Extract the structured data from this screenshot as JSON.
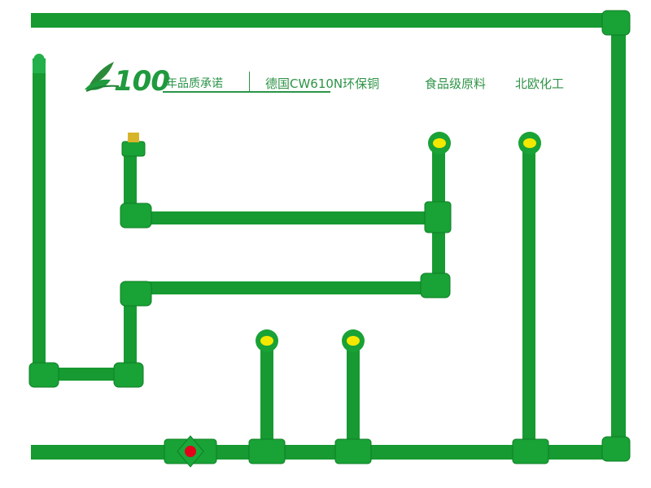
{
  "brand": {
    "number": "100",
    "slogan": "年品质承诺"
  },
  "taglines": [
    "德国CW610N环保铜",
    "食品级原料",
    "北欧化工"
  ],
  "colors": {
    "pipe": "#169a31",
    "pipe_dark": "#0e7f26",
    "joint": "#19a235",
    "outlet_yellow": "#f4e800",
    "valve_red": "#e3001b",
    "cap_brass": "#d7b52a"
  },
  "icons": {
    "leaf": "leaf-icon",
    "valve": "valve-icon"
  }
}
